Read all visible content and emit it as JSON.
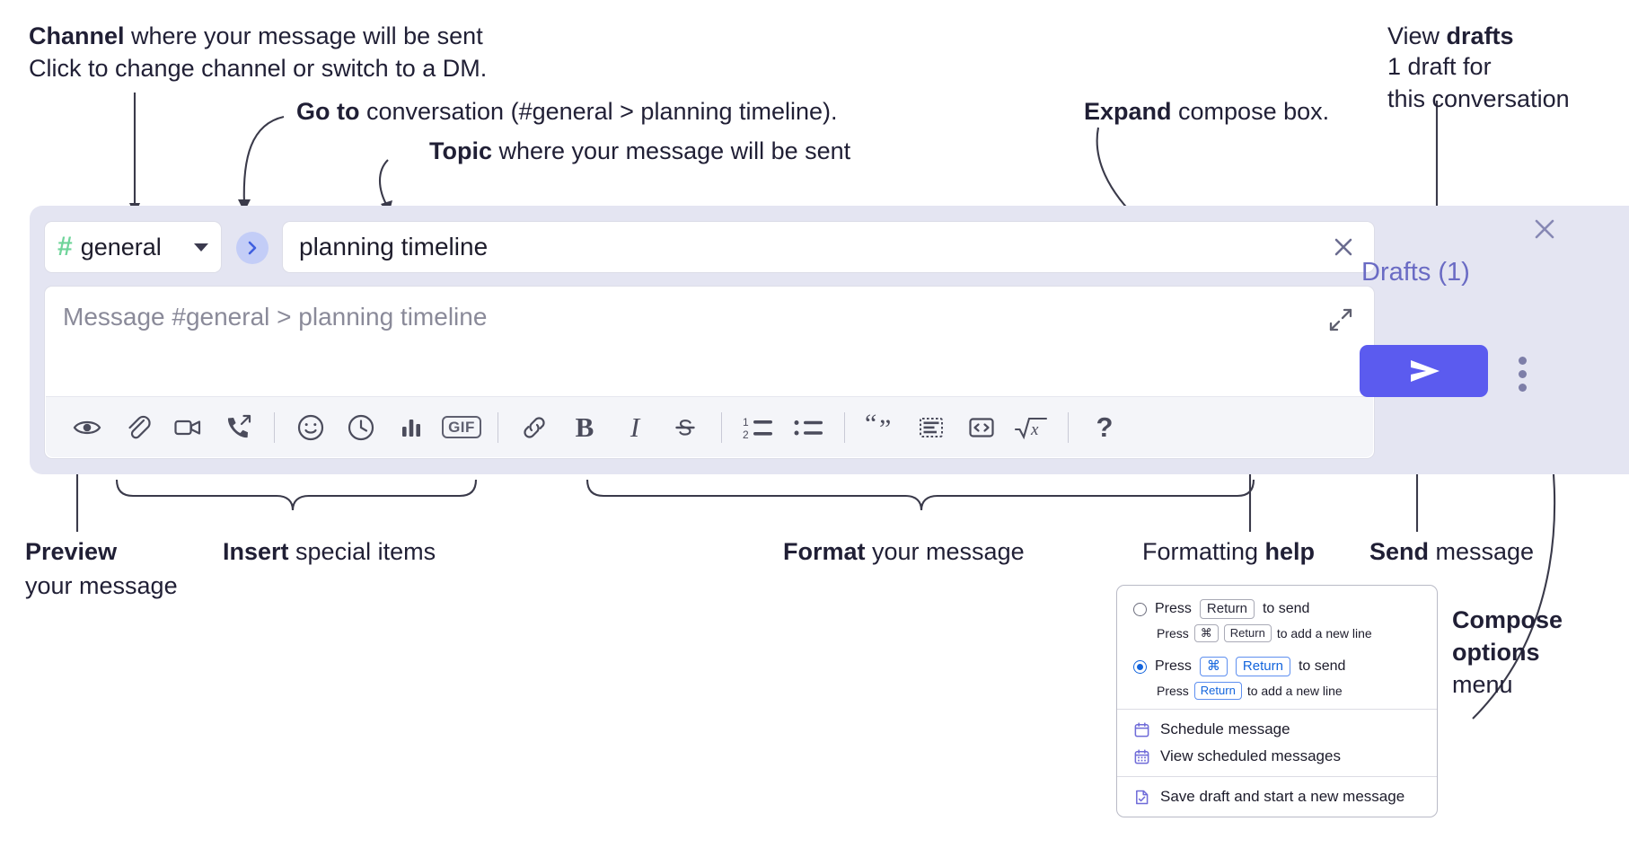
{
  "annotations": {
    "channel": {
      "bold": "Channel",
      "rest": " where your message will be sent",
      "sub": "Click to change channel or switch to a DM."
    },
    "goto": {
      "bold": "Go to",
      "rest": " conversation (#general > planning timeline)."
    },
    "topic": {
      "bold": "Topic",
      "rest": " where your message will be sent"
    },
    "expand": {
      "bold": "Expand",
      "rest": " compose box."
    },
    "drafts": {
      "plain": "View ",
      "bold": "drafts",
      "sub1": "1 draft for",
      "sub2": "this conversation"
    },
    "preview": {
      "bold": "Preview",
      "sub": "your message"
    },
    "insert": {
      "bold": "Insert",
      "rest": " special items"
    },
    "format": {
      "bold": "Format",
      "rest": " your message"
    },
    "help": {
      "plain": "Formatting ",
      "bold": "help"
    },
    "send": {
      "bold": "Send",
      "rest": " message"
    },
    "compose_options": {
      "bold1": "Compose",
      "bold2": "options",
      "rest": "menu"
    }
  },
  "compose": {
    "channel_name": "general",
    "channel_icon": "hash-icon",
    "goto_icon": "chevron-right-icon",
    "topic_value": "planning timeline",
    "topic_clear_icon": "close-icon",
    "message_placeholder": "Message #general > planning timeline",
    "expand_icon": "expand-diagonal-icon",
    "drafts_label": "Drafts (1)",
    "send_icon": "paper-plane-icon",
    "kebab_icon": "kebab-menu-icon",
    "panel_close_icon": "close-icon",
    "toolbar": [
      {
        "name": "preview-icon",
        "label": "Preview"
      },
      {
        "name": "attachment-icon",
        "label": "Attach file"
      },
      {
        "name": "video-icon",
        "label": "Record video clip"
      },
      {
        "name": "call-forward-icon",
        "label": "Call"
      },
      {
        "name": "separator",
        "label": ""
      },
      {
        "name": "emoji-icon",
        "label": "Emoji"
      },
      {
        "name": "clock-icon",
        "label": "Reminder"
      },
      {
        "name": "poll-icon",
        "label": "Poll"
      },
      {
        "name": "gif-icon",
        "label": "GIF"
      },
      {
        "name": "separator",
        "label": ""
      },
      {
        "name": "link-icon",
        "label": "Link"
      },
      {
        "name": "bold-icon",
        "label": "Bold"
      },
      {
        "name": "italic-icon",
        "label": "Italic"
      },
      {
        "name": "strikethrough-icon",
        "label": "Strikethrough"
      },
      {
        "name": "separator",
        "label": ""
      },
      {
        "name": "ordered-list-icon",
        "label": "Ordered list"
      },
      {
        "name": "bulleted-list-icon",
        "label": "Bulleted list"
      },
      {
        "name": "separator",
        "label": ""
      },
      {
        "name": "blockquote-icon",
        "label": "Blockquote"
      },
      {
        "name": "code-block-icon",
        "label": "Code block"
      },
      {
        "name": "code-icon",
        "label": "Code"
      },
      {
        "name": "math-icon",
        "label": "Math"
      },
      {
        "name": "separator",
        "label": ""
      },
      {
        "name": "help-icon",
        "label": "Formatting help"
      }
    ]
  },
  "menu": {
    "option1": {
      "pre": "Press",
      "key": "Return",
      "post": "to send",
      "sub_pre": "Press",
      "sub_key1": "⌘",
      "sub_key2": "Return",
      "sub_post": "to add a new line",
      "selected": false
    },
    "option2": {
      "pre": "Press",
      "key1": "⌘",
      "key2": "Return",
      "post": "to send",
      "sub_pre": "Press",
      "sub_key": "Return",
      "sub_post": "to add a new line",
      "selected": true
    },
    "items": [
      {
        "icon": "calendar-icon",
        "label": "Schedule message"
      },
      {
        "icon": "calendar-grid-icon",
        "label": "View scheduled messages"
      },
      {
        "icon": "draft-check-icon",
        "label": "Save draft and start a new message"
      }
    ]
  },
  "colors": {
    "panel_bg": "#e4e5f2",
    "accent_send": "#5b5bef",
    "drafts_text": "#6a6bc4",
    "hash_green": "#6fd49a",
    "goto_circle": "#c3cdf7",
    "menu_icon_purple": "#6f6bd8",
    "radio_blue": "#1264dd"
  }
}
